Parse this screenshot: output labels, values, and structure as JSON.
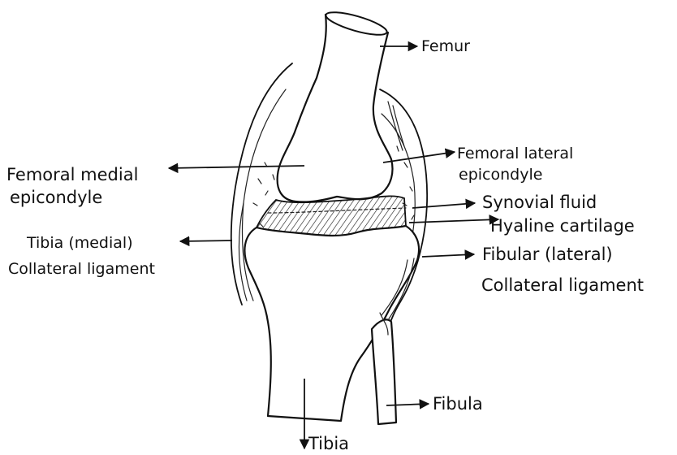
{
  "labels": {
    "femur": "Femur",
    "femoral_lateral_epicondyle_line1": "Femoral lateral",
    "femoral_lateral_epicondyle_line2": "epicondyle",
    "femoral_medial_epicondyle_line1": "Femoral medial",
    "femoral_medial_epicondyle_line2": "epicondyle",
    "synovial_fluid": "Synovial fluid",
    "hyaline_cartilage": "Hyaline cartilage",
    "tibial_collateral_line1": "Tibia (medial)",
    "tibial_collateral_line2": "Collateral ligament",
    "fibular_collateral_line1": "Fibular (lateral)",
    "fibular_collateral_line2": "Collateral ligament",
    "fibula": "Fibula",
    "tibia": "Tibia"
  },
  "colors": {
    "ink": "#111111",
    "background": "#ffffff"
  }
}
